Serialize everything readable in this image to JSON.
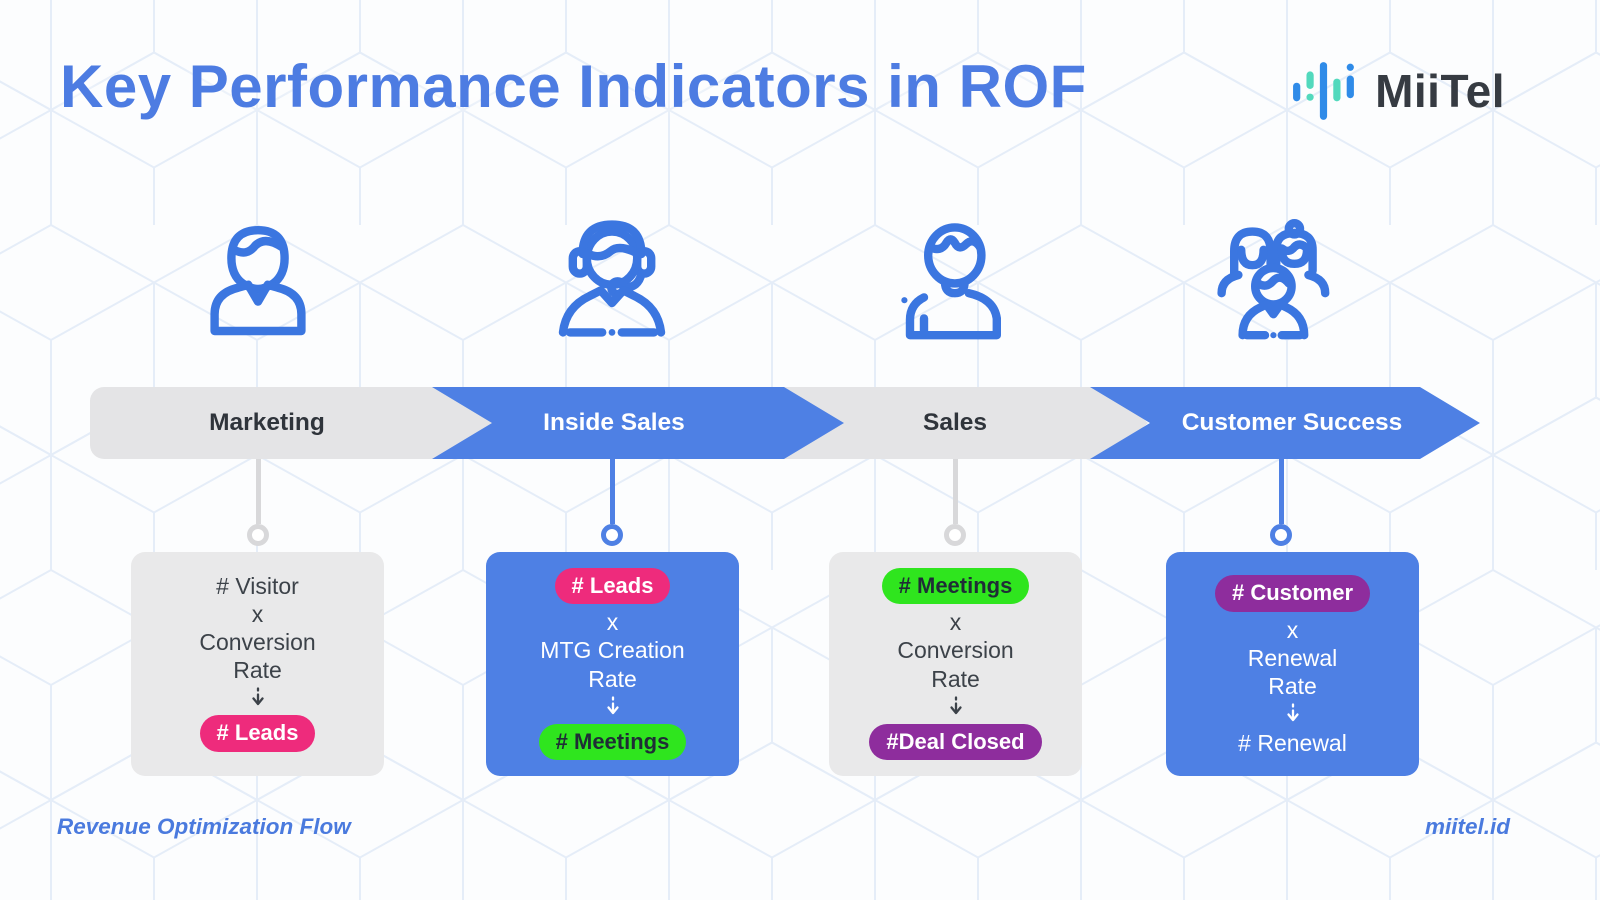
{
  "title": "Key Performance Indicators in ROF",
  "logo": {
    "brand": "MiiTel",
    "icon": "waveform-icon"
  },
  "footer": {
    "left": "Revenue Optimization Flow",
    "right": "miitel.id"
  },
  "colors": {
    "title_blue": "#4d7ce2",
    "arrow_blue": "#4e80e4",
    "band_gray": "#e4e4e6",
    "card_gray": "#e9e9ea",
    "dark_text": "#2f343b",
    "pink": "#ee2b7c",
    "green": "#2fe51e",
    "purple": "#8e2d9d",
    "icon_blue": "#3b76e0",
    "logo_blue": "#2f8be8",
    "logo_teal": "#52d9bd",
    "pattern_line": "#e3ecf8"
  },
  "stages": [
    {
      "label": "Marketing",
      "icon": "marketing-person-icon",
      "band_style": "gray",
      "card": {
        "style": "gray",
        "top": "# Visitor",
        "operator": "x",
        "factor_line1": "Conversion",
        "factor_line2": "Rate",
        "result": "# Leads",
        "result_badge": "pink"
      }
    },
    {
      "label": "Inside Sales",
      "icon": "headset-agent-icon",
      "band_style": "blue",
      "card": {
        "style": "blue",
        "top": "# Leads",
        "top_badge": "pink",
        "operator": "x",
        "factor_line1": "MTG Creation",
        "factor_line2": "Rate",
        "result": "# Meetings",
        "result_badge": "green"
      }
    },
    {
      "label": "Sales",
      "icon": "sales-person-icon",
      "band_style": "gray",
      "card": {
        "style": "gray",
        "top": "# Meetings",
        "top_badge": "green",
        "operator": "x",
        "factor_line1": "Conversion",
        "factor_line2": "Rate",
        "result": "#Deal Closed",
        "result_badge": "purple"
      }
    },
    {
      "label": "Customer Success",
      "icon": "customer-group-icon",
      "band_style": "blue",
      "card": {
        "style": "blue",
        "top": "# Customer",
        "top_badge": "purple",
        "operator": "x",
        "factor_line1": "Renewal",
        "factor_line2": "Rate",
        "result": "# Renewal"
      }
    }
  ]
}
